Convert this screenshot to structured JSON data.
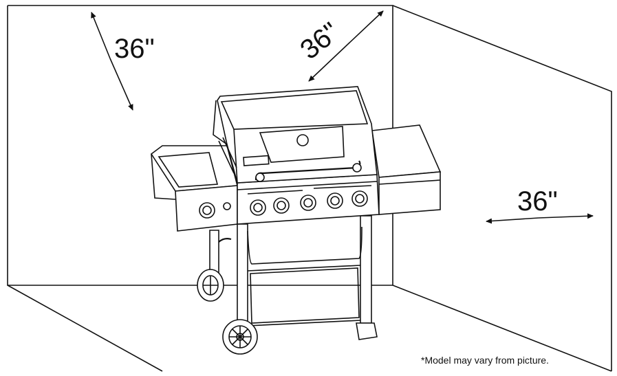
{
  "clearance": {
    "rear_left": "36\"",
    "rear_right": "36\"",
    "side": "36\""
  },
  "footnote": "*Model may vary from picture."
}
